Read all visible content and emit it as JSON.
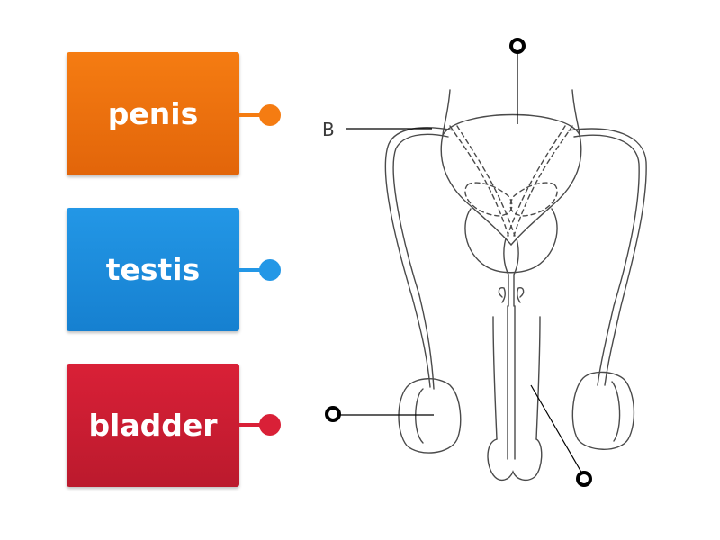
{
  "cards": [
    {
      "label": "penis",
      "color": "#f57c12",
      "color_dark": "#e2650a"
    },
    {
      "label": "testis",
      "color": "#2397e6",
      "color_dark": "#1680d0"
    },
    {
      "label": "bladder",
      "color": "#d92037",
      "color_dark": "#bb1a2d"
    }
  ],
  "diagram": {
    "label_b": "B"
  }
}
